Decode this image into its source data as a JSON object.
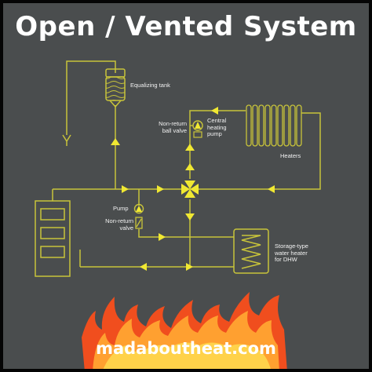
{
  "title": "Open / Vented System",
  "labels": {
    "equalizing_tank": "Equalizing tank",
    "nonreturn_ball_valve": [
      "Non-return",
      "ball valve"
    ],
    "central_heating_pump": [
      "Central",
      "heating",
      "pump"
    ],
    "heaters": "Heaters",
    "pump": "Pump",
    "nonreturn_valve": [
      "Non-return",
      "valve"
    ],
    "storage_water_heater": [
      "Storage-type",
      "water heater",
      "for DHW"
    ]
  },
  "footer": {
    "website": "madaboutheat.com"
  },
  "colors": {
    "background": "#4a4d4e",
    "pipe": "#c8c43a",
    "arrow": "#f0e832",
    "text": "#ffffff",
    "flame_outer": "#f04e1e",
    "flame_inner": "#ffa030",
    "flame_core": "#ffd24a"
  }
}
